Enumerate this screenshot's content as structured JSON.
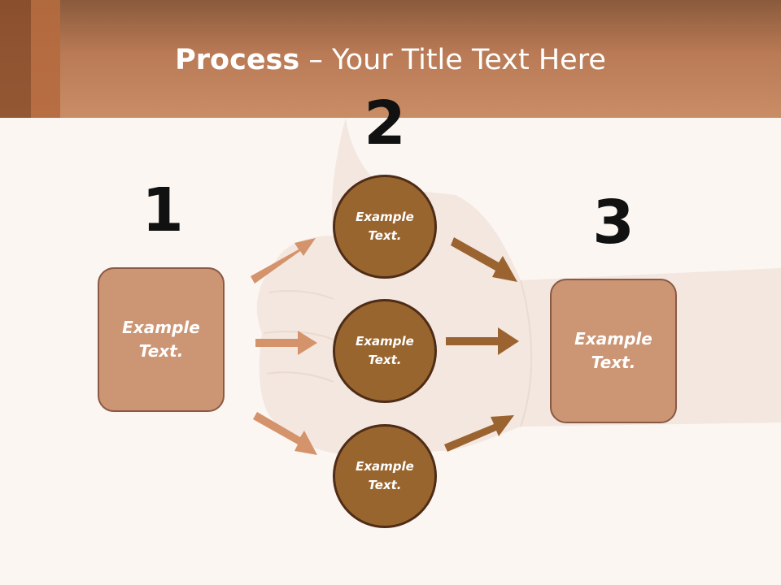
{
  "header": {
    "title_bold": "Process",
    "title_rest": " – Your Title Text Here"
  },
  "steps": {
    "one": {
      "number": "1",
      "label": "Example\nText."
    },
    "two": {
      "number": "2",
      "circles": [
        {
          "label": "Example\nText."
        },
        {
          "label": "Example\nText."
        },
        {
          "label": "Example\nText."
        }
      ]
    },
    "three": {
      "number": "3",
      "label": "Example\nText."
    }
  },
  "colors": {
    "header": "#b97a55",
    "box_fill": "#cc9574",
    "circle_fill": "#99652f",
    "arrow_light": "#d4936b",
    "arrow_dark": "#9a6330"
  }
}
